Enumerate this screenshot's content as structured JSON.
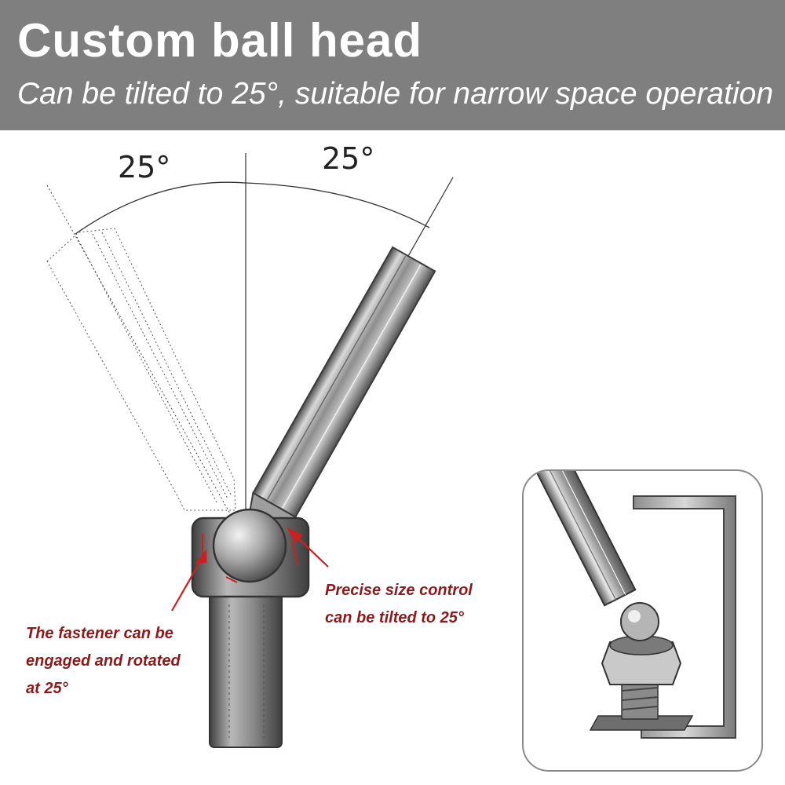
{
  "header": {
    "title": "Custom ball head",
    "subtitle": "Can be tilted to 25°, suitable for narrow space operation"
  },
  "diagram": {
    "left_angle_label": "25°",
    "right_angle_label": "25°",
    "tilt_angle_degrees": 25,
    "callout_left": [
      "The fastener can be",
      "engaged and rotated",
      "at 25°"
    ],
    "callout_right": [
      "Precise size control",
      "can be tilted to 25°"
    ]
  },
  "colors": {
    "header_background": "#7f7f7f",
    "header_text": "#ffffff",
    "callout_text": "#8b1a1a",
    "arrow": "#cc1f1f",
    "tool_metal": "#9a9a9a"
  }
}
